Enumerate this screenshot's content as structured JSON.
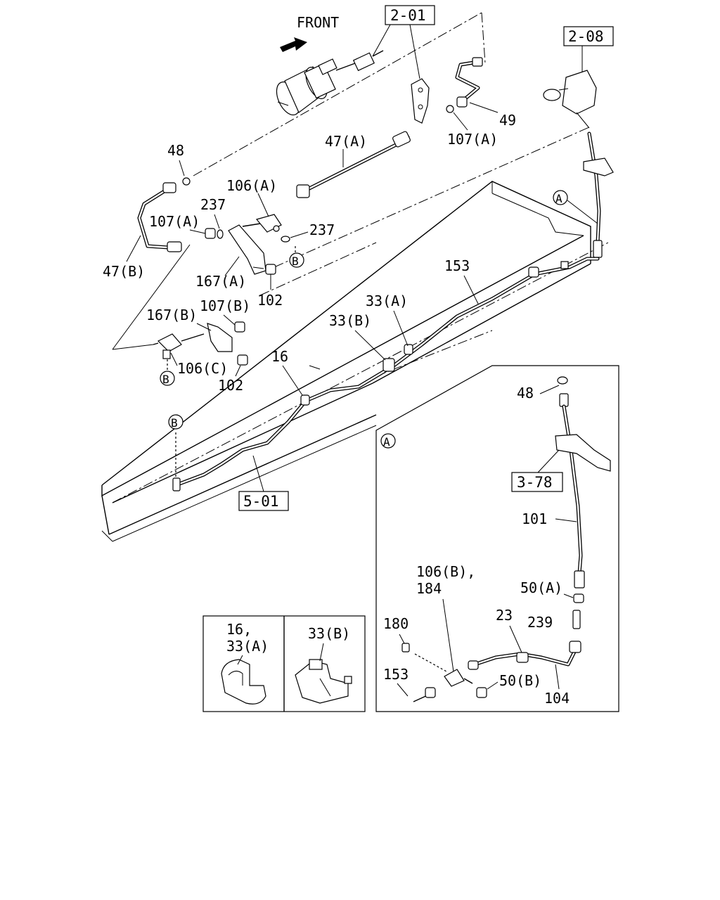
{
  "direction_label": "FRONT",
  "refs": {
    "r201": "2-01",
    "r208": "2-08",
    "r501": "5-01",
    "r378": "3-78"
  },
  "callouts": {
    "c49": "49",
    "c107a_top": "107(A)",
    "c47a": "47(A)",
    "c48_top": "48",
    "c106a": "106(A)",
    "c237_left": "237",
    "c107a_left": "107(A)",
    "c237_right": "237",
    "c47b": "47(B)",
    "c167a": "167(A)",
    "c102_upper": "102",
    "c153_top": "153",
    "c33a": "33(A)",
    "c33b": "33(B)",
    "c167b": "167(B)",
    "c107b": "107(B)",
    "c106c": "106(C)",
    "c102_lower": "102",
    "c16": "16",
    "c48_detail": "48",
    "c101": "101",
    "c50a": "50(A)",
    "c106b": "106(B),",
    "c184": "184",
    "c180": "180",
    "c23": "23",
    "c239": "239",
    "c153_detail": "153",
    "c50b": "50(B)",
    "c104": "104"
  },
  "markers": {
    "A": "A",
    "B": "B"
  },
  "inset_clip": {
    "left_line1": "16,",
    "left_line2": "33(A)",
    "right_label": "33(B)"
  }
}
